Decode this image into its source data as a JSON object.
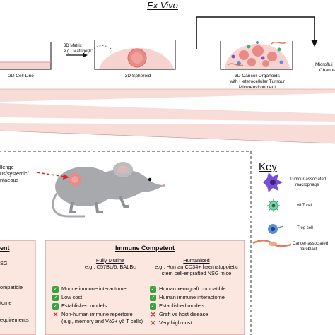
{
  "header": {
    "title": "Ex Vivo"
  },
  "stages": {
    "cell_line": "2D Cell Line",
    "matrix_label": "3D Matrix",
    "matrix_example": "e.g., Matrigel®",
    "spheroid": "3D Spheroid",
    "organoid_line1": "3D Cancer Organoids",
    "organoid_line2": "with Heterocellular Tumour",
    "organoid_line3": "Microenvironment",
    "microfluidic_line1": "Microflui",
    "microfluidic_line2": "Channe"
  },
  "challenge": {
    "line1": "llenge",
    "line2": "us/systemic/",
    "line3": "ntaeous"
  },
  "key": {
    "title": "Key",
    "items": [
      {
        "label_line1": "Tumour-associated",
        "label_line2": "macrophage",
        "icon": "macrophage-icon"
      },
      {
        "label_line1": "γδ T cell",
        "label_line2": "",
        "icon": "gamma-delta-t-cell-icon"
      },
      {
        "label_line1": "Treg cell",
        "label_line2": "",
        "icon": "treg-cell-icon"
      },
      {
        "label_line1": "Cancer-associated",
        "label_line2": "fibroblast",
        "icon": "fibroblast-icon"
      }
    ]
  },
  "immunodeficient": {
    "header": "ent",
    "items": [
      "SG",
      "ompatible",
      "tome",
      "equirements"
    ]
  },
  "immune_competent": {
    "header": "Immune Competent",
    "fully_murine": {
      "title": "Fully Murine",
      "example": "e.g., C57BL/6, BALBc",
      "items": [
        {
          "mark": "check",
          "text": "Murine immune interactome"
        },
        {
          "mark": "check",
          "text": "Low cost"
        },
        {
          "mark": "check",
          "text": "Established models"
        },
        {
          "mark": "cross",
          "text": "Non-human immune repertoire"
        },
        {
          "mark": "none",
          "text": "(e.g., memory and Vδ2+ γδ T cells)"
        }
      ]
    },
    "humanised": {
      "title": "Humanised",
      "example_line1": "e.g., Human CD34+ haematopoietic",
      "example_line2": "stem cell-engrafted NSG mice",
      "items": [
        {
          "mark": "check",
          "text": "Human xenograft compatible"
        },
        {
          "mark": "check",
          "text": "Human immune interactome"
        },
        {
          "mark": "check",
          "text": "Established models"
        },
        {
          "mark": "cross",
          "text": "Graft vs host disease"
        },
        {
          "mark": "cross",
          "text": "Very high cost"
        }
      ]
    }
  },
  "colors": {
    "dish_fill": "#f6d3cf",
    "wedge_fill": "#f8dcd8",
    "panel_fill": "#fbe6e0",
    "panel_border": "#c98d86",
    "check": "#3aa33d",
    "cross": "#d22a2a",
    "mouse": "#a7a9ac"
  }
}
